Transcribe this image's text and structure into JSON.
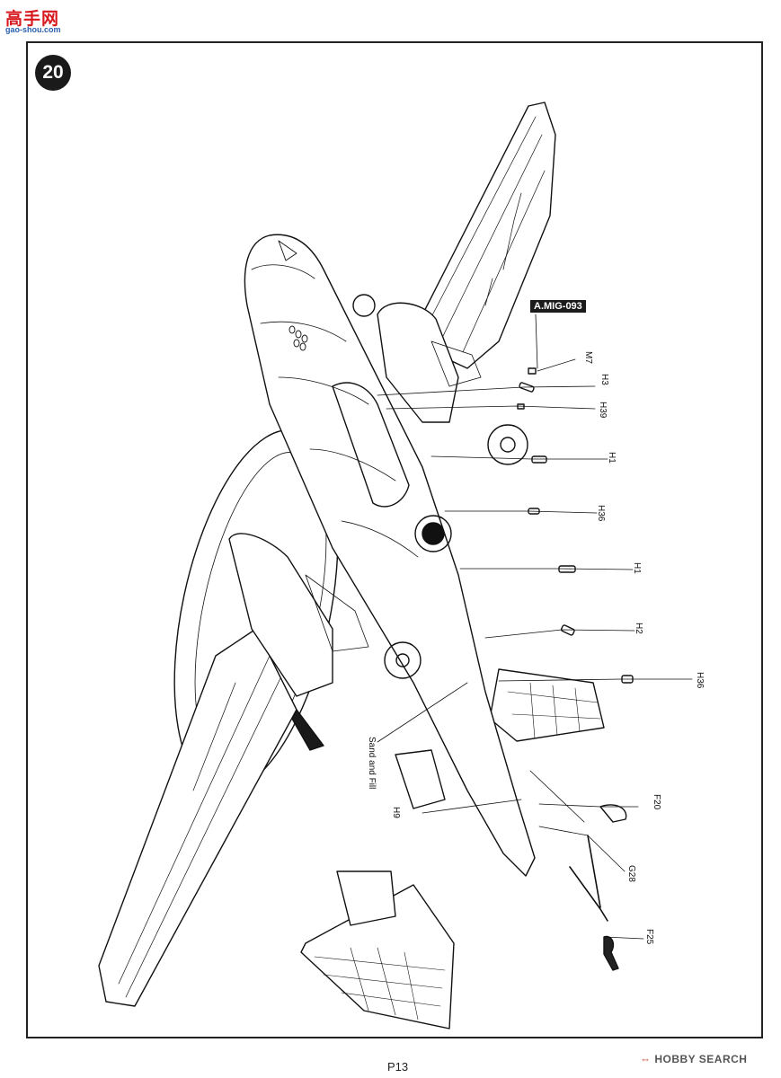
{
  "watermark": {
    "main": "高手网",
    "sub": "gao-shou.com"
  },
  "step_number": "20",
  "paint_code": "A.MIG-093",
  "callouts": [
    "M7",
    "H3",
    "H39",
    "H1",
    "H36",
    "H1",
    "H2",
    "H36",
    "F20",
    "G28",
    "F25",
    "H9"
  ],
  "note": "Sand and Fill",
  "page_number": "P13",
  "footer_logo": {
    "mark": "⇔",
    "text": "HOBBY SEARCH"
  }
}
